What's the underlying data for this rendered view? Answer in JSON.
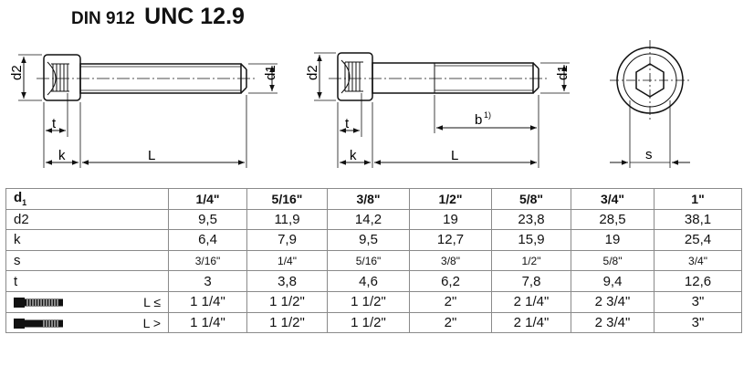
{
  "title": {
    "standard": "DIN 912",
    "thread_class": "UNC 12.9"
  },
  "drawing_labels": {
    "d2": "d2",
    "d1": "d1",
    "t": "t",
    "k": "k",
    "L": "L",
    "b": "b",
    "b_note": "1)",
    "s": "s"
  },
  "table": {
    "header": {
      "label": "d1",
      "sizes": [
        "1/4\"",
        "5/16\"",
        "3/8\"",
        "1/2\"",
        "5/8\"",
        "3/4\"",
        "1\""
      ]
    },
    "rows": [
      {
        "label": "d2",
        "values": [
          "9,5",
          "11,9",
          "14,2",
          "19",
          "23,8",
          "28,5",
          "38,1"
        ]
      },
      {
        "label": "k",
        "values": [
          "6,4",
          "7,9",
          "9,5",
          "12,7",
          "15,9",
          "19",
          "25,4"
        ]
      },
      {
        "label": "s",
        "values": [
          "3/16\"",
          "1/4\"",
          "5/16\"",
          "3/8\"",
          "1/2\"",
          "5/8\"",
          "3/4\""
        ]
      },
      {
        "label": "t",
        "values": [
          "3",
          "3,8",
          "4,6",
          "6,2",
          "7,8",
          "9,4",
          "12,6"
        ]
      },
      {
        "label": "L ≤",
        "icon": "full-thread-screw-icon",
        "values": [
          "1 1/4\"",
          "1 1/2\"",
          "1 1/2\"",
          "2\"",
          "2 1/4\"",
          "2 3/4\"",
          "3\""
        ]
      },
      {
        "label": "L >",
        "icon": "partial-thread-screw-icon",
        "values": [
          "1 1/4\"",
          "1 1/2\"",
          "1 1/2\"",
          "2\"",
          "2 1/4\"",
          "2 3/4\"",
          "3\""
        ]
      }
    ]
  }
}
